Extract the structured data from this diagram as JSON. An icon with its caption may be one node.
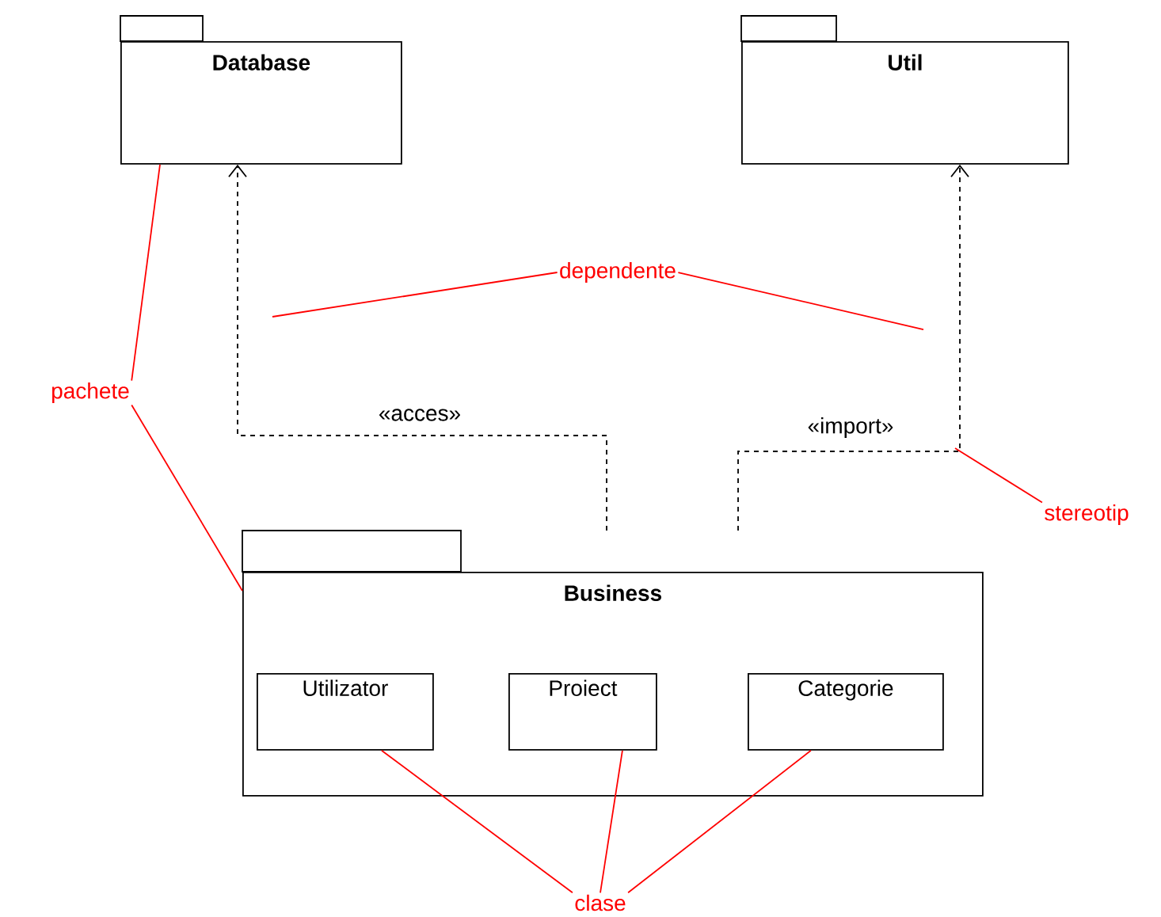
{
  "diagram": {
    "nodes": [
      {
        "text": [
          "Database"
        ]
      },
      {
        "text": [
          "Util"
        ]
      },
      {
        "text": [
          "Business"
        ]
      },
      {
        "text": [
          "Utilizator"
        ],
        "in": 2
      },
      {
        "text": [
          "Proiect"
        ],
        "in": 2
      },
      {
        "text": [
          "Categorie"
        ],
        "in": 2
      },
      {
        "text": [
          "pachete"
        ]
      },
      {
        "text": [
          "dependente"
        ]
      },
      {
        "text": [
          "stereotip"
        ]
      },
      {
        "text": [
          "clase"
        ]
      }
    ],
    "edges": [
      {
        "from": 2,
        "to": 0,
        "arrow": "to",
        "style": "dashed",
        "color": "#000000",
        "label": "«acces»"
      },
      {
        "from": 2,
        "to": 1,
        "arrow": "to",
        "style": "dashed",
        "color": "#000000",
        "label": "«import»"
      },
      {
        "from": 6,
        "to": 0,
        "arrow": "none"
      },
      {
        "from": 6,
        "to": 2,
        "arrow": "none"
      },
      {
        "from": 7,
        "to": null,
        "arrow": "none"
      },
      {
        "from": 7,
        "to": null,
        "arrow": "none"
      },
      {
        "from": 8,
        "to": null,
        "arrow": "none"
      },
      {
        "from": 9,
        "to": 3,
        "arrow": "none"
      },
      {
        "from": 9,
        "to": 4,
        "arrow": "none"
      },
      {
        "from": 9,
        "to": 5,
        "arrow": "none"
      }
    ]
  }
}
